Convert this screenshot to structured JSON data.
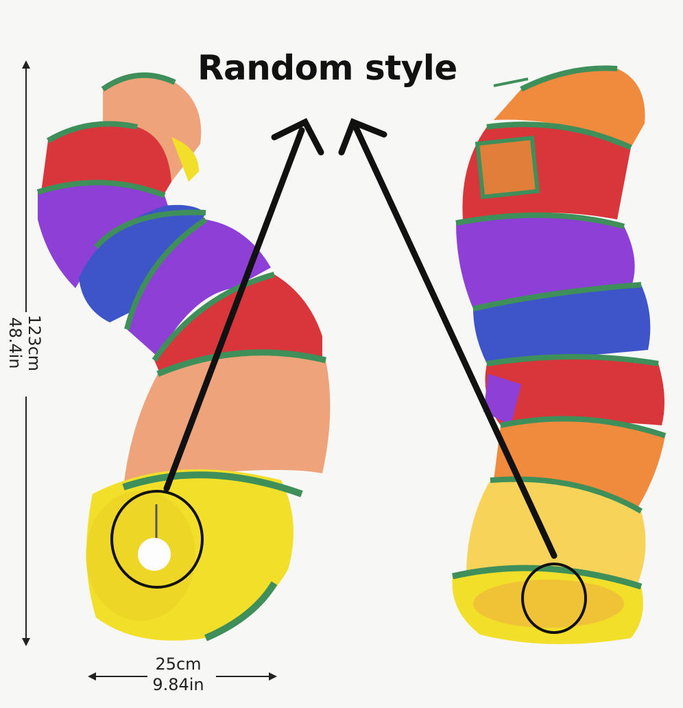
{
  "title": "Random style",
  "dimensions": {
    "height_cm": "123cm",
    "height_in": "48.4in",
    "width_cm": "25cm",
    "width_in": "9.84in"
  },
  "colors": {
    "background": "#f7f7f5",
    "orange": "#f08a3c",
    "peach": "#eea37a",
    "red": "#d9363c",
    "purple": "#8d3fd6",
    "blue": "#3e55c9",
    "yellow": "#f2df2a",
    "green_trim": "#3f8f5a",
    "arrow": "#111111"
  },
  "icons": [
    "left-arrow-icon",
    "right-arrow-icon",
    "pompom-highlight-circle",
    "opening-highlight-circle"
  ]
}
